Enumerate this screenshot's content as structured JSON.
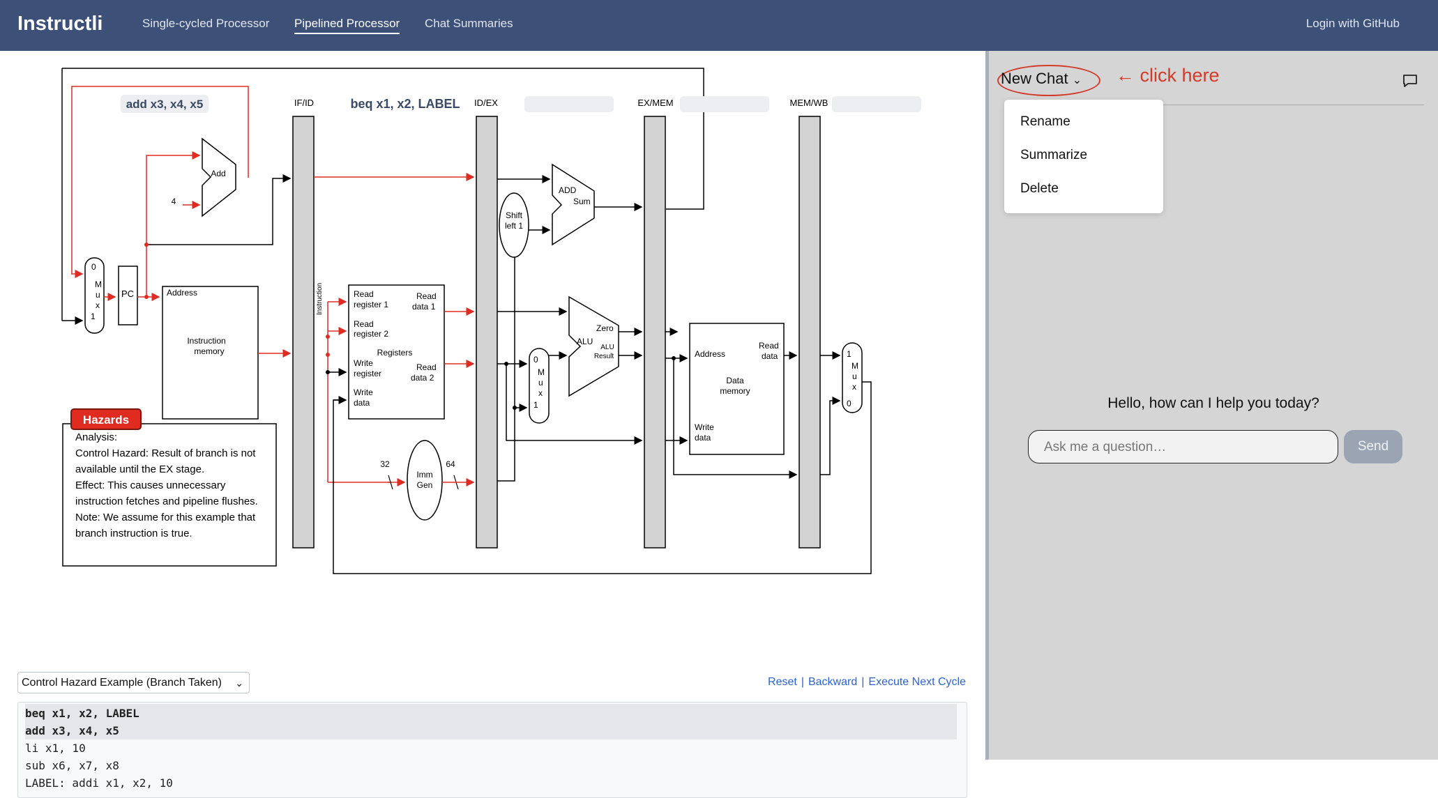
{
  "nav": {
    "brand": "Instructli",
    "links": [
      "Single-cycled Processor",
      "Pipelined Processor",
      "Chat Summaries"
    ],
    "active_link": "Pipelined Processor",
    "login": "Login with GitHub"
  },
  "diagram": {
    "stage_instr_if": "add x3, x4, x5",
    "stage_instr_id": "beq x1, x2, LABEL",
    "pipe_labels": [
      "IF/ID",
      "ID/EX",
      "EX/MEM",
      "MEM/WB"
    ],
    "add_label": "Add",
    "four": "4",
    "pc": "PC",
    "mux_left": [
      "0",
      "M",
      "u",
      "x",
      "1"
    ],
    "imem": {
      "address": "Address",
      "line1": "Instruction",
      "line2": "memory"
    },
    "instruction_vertical": "Instruction",
    "regs": {
      "read_reg1": [
        "Read",
        "register 1"
      ],
      "read_reg2": [
        "Read",
        "register 2"
      ],
      "write_reg": [
        "Write",
        "register"
      ],
      "write_data": [
        "Write",
        "data"
      ],
      "read_data1": [
        "Read",
        "data 1"
      ],
      "read_data2": [
        "Read",
        "data 2"
      ],
      "title": "Registers"
    },
    "shift": [
      "Shift",
      "left 1"
    ],
    "add_sum": [
      "ADD",
      "Sum"
    ],
    "alu": {
      "label": "ALU",
      "zero": "Zero",
      "result": [
        "ALU",
        "Result"
      ]
    },
    "mux_mid": [
      "0",
      "M",
      "u",
      "x",
      "1"
    ],
    "dmem": {
      "address": "Address",
      "read_data": [
        "Read",
        "data"
      ],
      "title": [
        "Data",
        "memory"
      ],
      "write_data": [
        "Write",
        "data"
      ]
    },
    "mux_right": [
      "1",
      "M",
      "u",
      "x",
      "0"
    ],
    "imm": {
      "label": [
        "Imm",
        "Gen"
      ],
      "in": "32",
      "out": "64"
    },
    "hazards_button": "Hazards",
    "analysis": [
      "Analysis:",
      "Control Hazard: Result of branch is not",
      "available until the EX stage.",
      "Effect: This causes unnecessary",
      "instruction fetches and pipeline flushes.",
      "Note: We assume for this example that",
      "branch instruction is true."
    ]
  },
  "controls": {
    "example_select": "Control Hazard Example (Branch Taken)",
    "reset": "Reset",
    "backward": "Backward",
    "next": "Execute Next Cycle",
    "separator": "|"
  },
  "code_lines": [
    "beq x1, x2, LABEL",
    "add x3, x4, x5",
    "li x1, 10",
    "sub x6, x7, x8",
    "LABEL: addi x1, x2, 10"
  ],
  "chat": {
    "new_chat": "New Chat",
    "annotation": "← click here",
    "menu": [
      "Rename",
      "Summarize",
      "Delete"
    ],
    "greeting": "Hello, how can I help you today?",
    "placeholder": "Ask me a question…",
    "send": "Send"
  },
  "colors": {
    "topbar": "#3d5078",
    "wire_red": "#e02b20",
    "link_blue": "#2a62d9",
    "right_panel": "#d5d5d5"
  }
}
